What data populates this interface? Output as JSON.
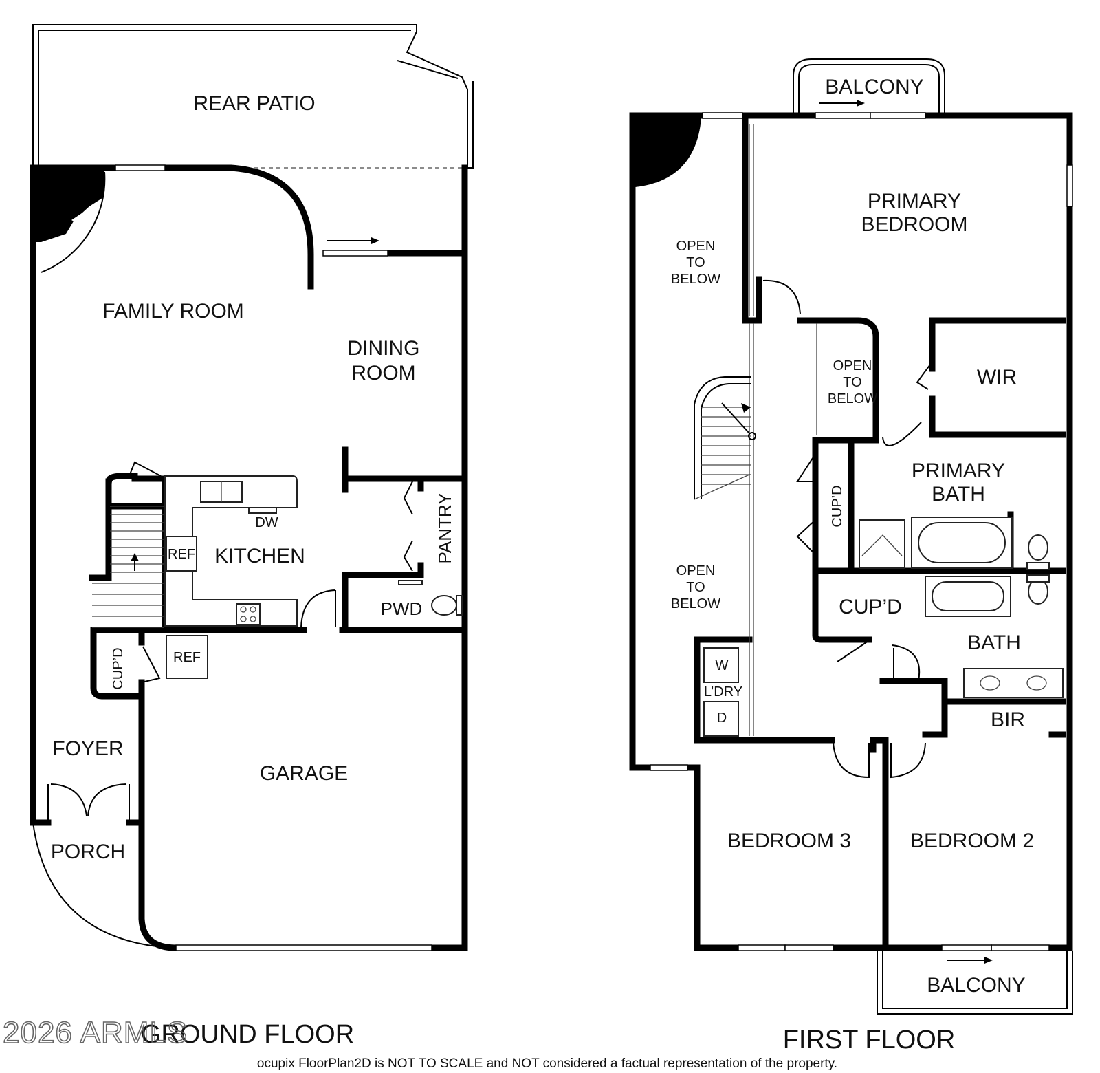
{
  "ground_floor": {
    "title": "GROUND FLOOR",
    "rooms": {
      "rear_patio": "REAR PATIO",
      "family_room": "FAMILY ROOM",
      "dining_room_1": "DINING",
      "dining_room_2": "ROOM",
      "kitchen": "KITCHEN",
      "pantry": "PANTRY",
      "pwd": "PWD",
      "ref": "REF",
      "ref_garage": "REF",
      "dw": "DW",
      "cupd": "CUP’D",
      "foyer": "FOYER",
      "porch": "PORCH",
      "garage": "GARAGE"
    }
  },
  "first_floor": {
    "title": "FIRST FLOOR",
    "rooms": {
      "balcony_top": "BALCONY",
      "primary_bedroom_1": "PRIMARY",
      "primary_bedroom_2": "BEDROOM",
      "open_top_1": "OPEN",
      "open_top_2": "TO",
      "open_top_3": "BELOW",
      "open_mid_1": "OPEN",
      "open_mid_2": "TO",
      "open_mid_3": "BELOW",
      "open_low_1": "OPEN",
      "open_low_2": "TO",
      "open_low_3": "BELOW",
      "wir": "WIR",
      "primary_bath_1": "PRIMARY",
      "primary_bath_2": "BATH",
      "cupd_vertical": "CUP’D",
      "cupd_hall": "CUP’D",
      "bath": "BATH",
      "bir": "BIR",
      "washer": "W",
      "laundry": "L’DRY",
      "dryer": "D",
      "bedroom_3": "BEDROOM 3",
      "bedroom_2": "BEDROOM 2",
      "balcony_bottom": "BALCONY"
    }
  },
  "watermark": "2026 ARMLS",
  "disclaimer": "ocupix FloorPlan2D is NOT TO SCALE and NOT considered a factual representation of the property."
}
